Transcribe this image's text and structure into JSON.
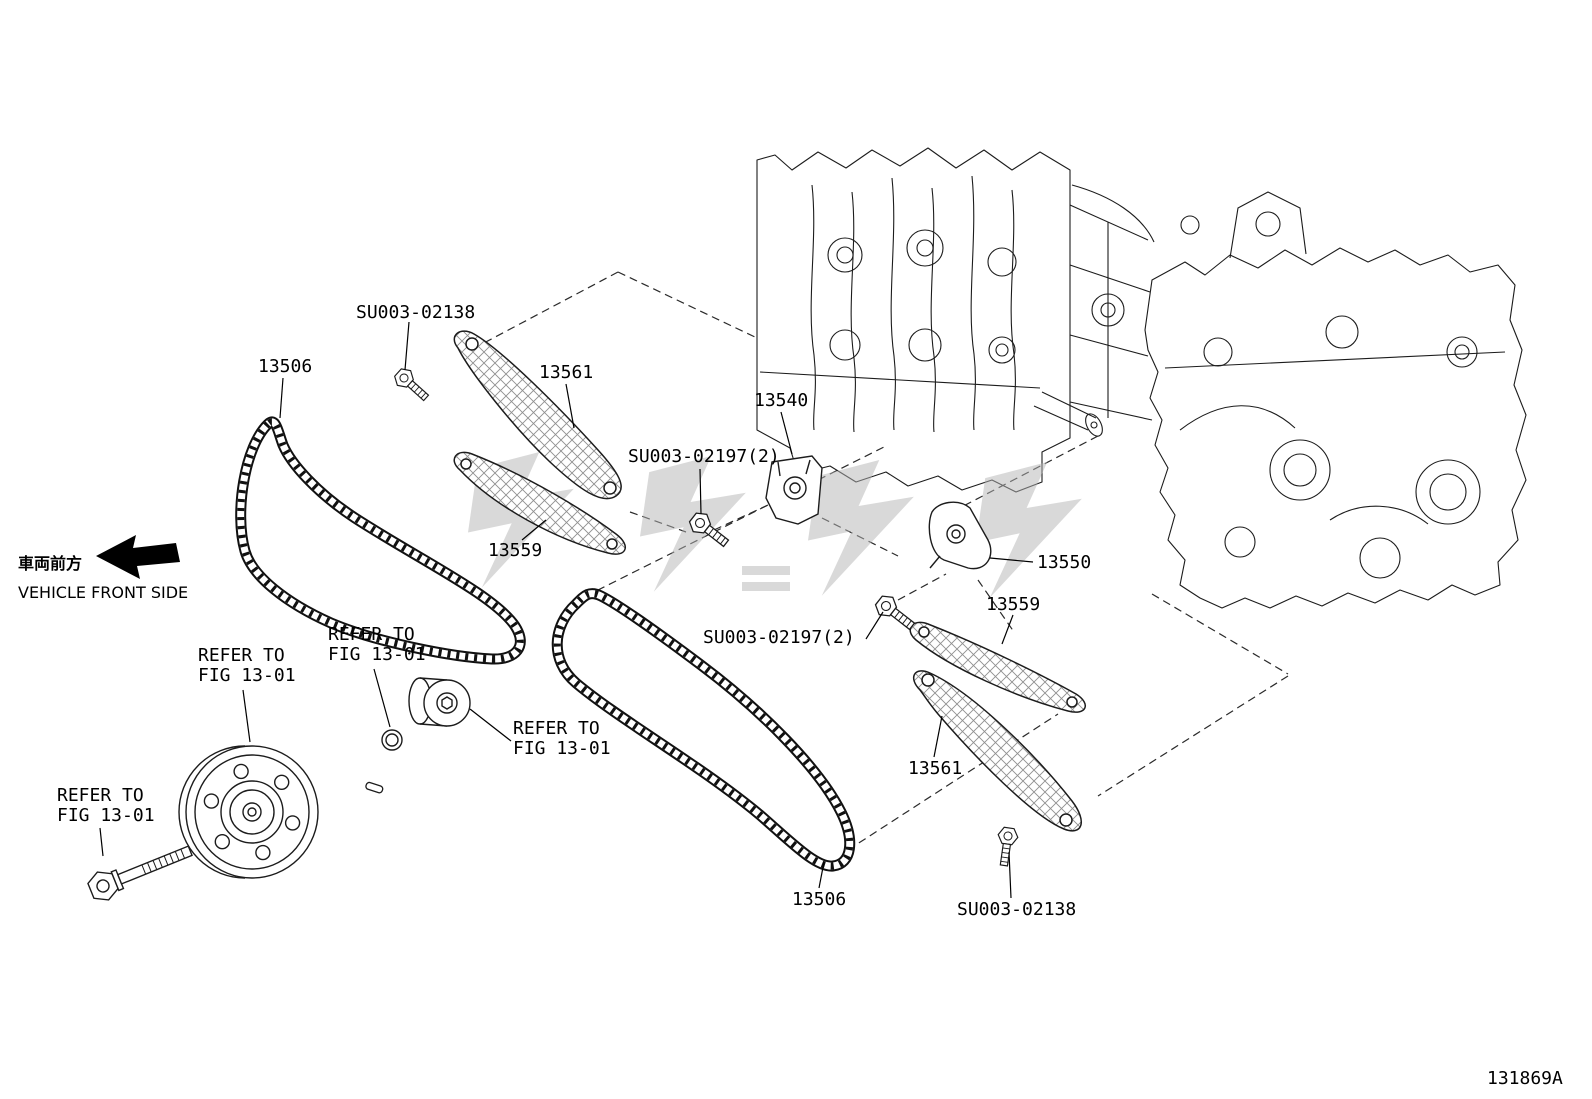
{
  "diagram": {
    "code": "131869A",
    "vehicle_front_jp": "車両前方",
    "vehicle_front_en": "VEHICLE FRONT SIDE",
    "refer_note": {
      "line1": "REFER TO",
      "line2": "FIG 13-01"
    }
  },
  "parts": {
    "bolt_top": "SU003-02138",
    "chain_left": "13506",
    "guide_upper": "13561",
    "chain_tensioner": "13540",
    "bolt_pair_upper": "SU003-02197(2)",
    "guide_curved_upper": "13559",
    "tensioner_lever": "13550",
    "bolt_pair_lower": "SU003-02197(2)",
    "guide_curved_lower": "13559",
    "guide_lower": "13561",
    "chain_lower": "13506",
    "bolt_bottom": "SU003-02138"
  }
}
